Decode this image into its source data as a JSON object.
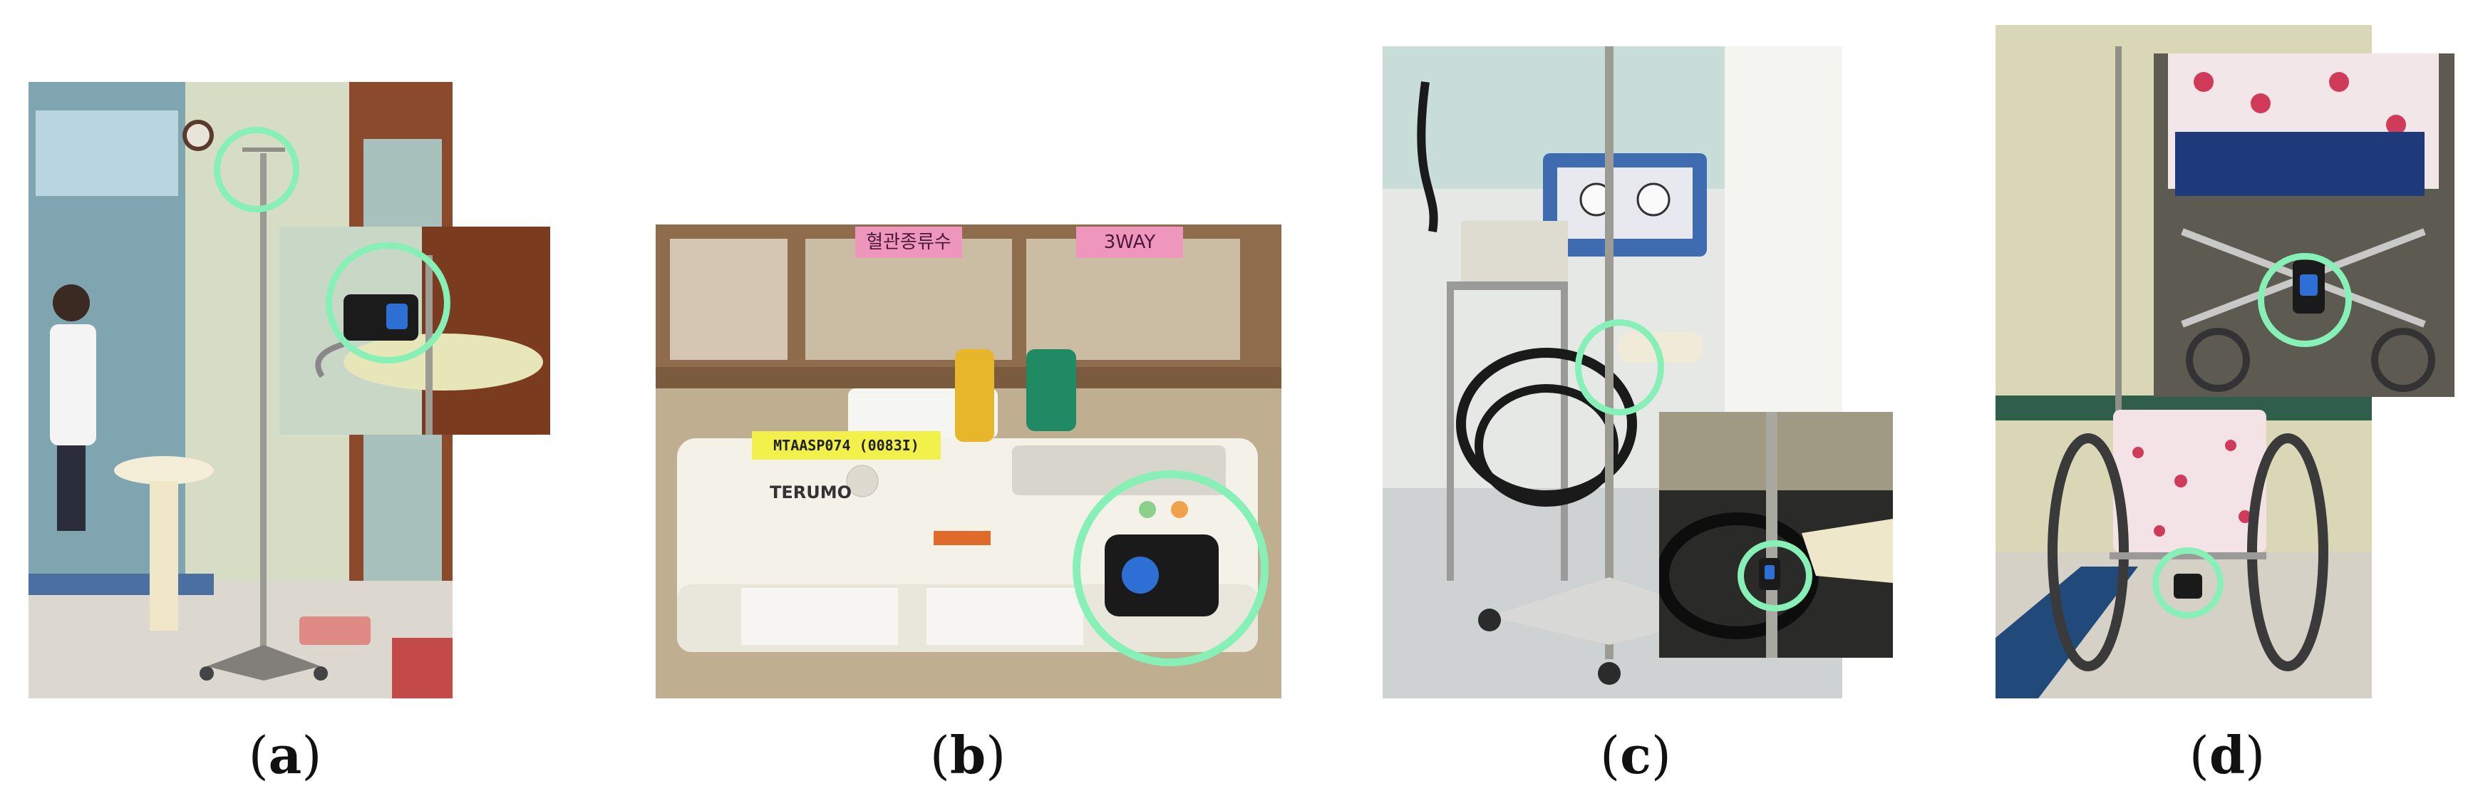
{
  "figure": {
    "panels": [
      {
        "id": "a",
        "caption_letter": "a"
      },
      {
        "id": "b",
        "caption_letter": "b",
        "texts": [
          "혈관종류수",
          "3WAY",
          "MTAASP074 (0083I)",
          "TERUMO"
        ]
      },
      {
        "id": "c",
        "caption_letter": "c"
      },
      {
        "id": "d",
        "caption_letter": "d"
      }
    ]
  },
  "colors": {
    "highlight": "#86f0b6",
    "wall": "#d9d7b5",
    "floor": "#d8d4c9",
    "door": "#8a4a2a",
    "pump_body": "#f3f1e8",
    "label_yellow": "#f2f04a",
    "pump_green": "#1f8a64",
    "wheelchair_fabric": "#f3e3e6"
  }
}
